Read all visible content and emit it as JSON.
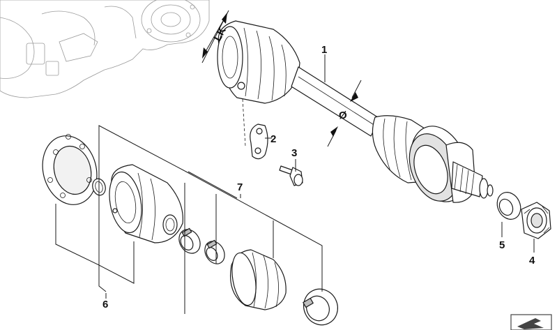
{
  "callouts": {
    "c1": "1",
    "c2": "2",
    "c3": "3",
    "c4": "4",
    "c5": "5",
    "c6": "6",
    "c7": "7"
  },
  "dimensions": {
    "lk": "LK",
    "diameter": "Ø"
  },
  "icons": {
    "corner": "arrow-tag-icon"
  },
  "colors": {
    "line": "#1a1a1a",
    "tag": "#444444"
  }
}
